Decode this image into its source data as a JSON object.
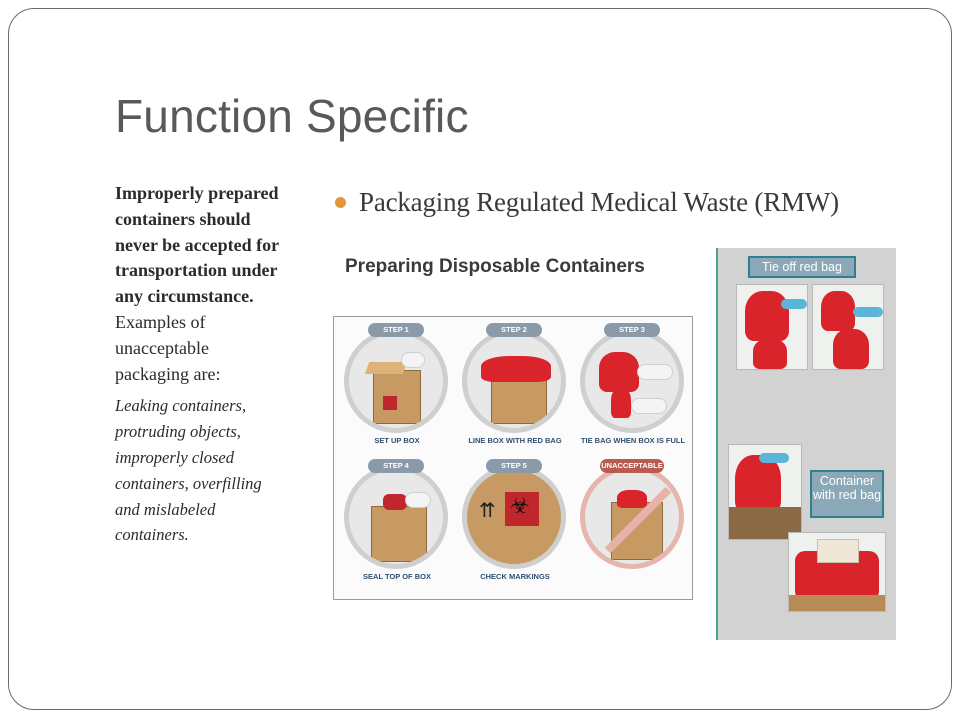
{
  "slide": {
    "title": "Function Specific",
    "left_bold": "Improperly prepared containers should never be accepted for transportation under any circumstance.",
    "left_regular": " Examples of unacceptable packaging are:",
    "left_italic": "Leaking containers, protruding objects, improperly closed containers, overfilling and mislabeled containers.",
    "bullet": "Packaging Regulated Medical Waste (RMW)",
    "accent_color": "#e4953a"
  },
  "figure_steps": {
    "heading": "Preparing Disposable Containers",
    "steps": [
      {
        "tag": "STEP 1",
        "caption": "SET UP BOX"
      },
      {
        "tag": "STEP 2",
        "caption": "LINE BOX WITH RED BAG"
      },
      {
        "tag": "STEP 3",
        "caption": "TIE BAG WHEN BOX IS FULL"
      },
      {
        "tag": "STEP 4",
        "caption": "SEAL TOP OF BOX"
      },
      {
        "tag": "STEP 5",
        "caption": "CHECK MARKINGS"
      },
      {
        "tag": "UNACCEPTABLE",
        "caption": ""
      }
    ]
  },
  "figure_photos": {
    "tag_top": "Tie off red bag",
    "tag_bottom": "Container with red bag"
  }
}
